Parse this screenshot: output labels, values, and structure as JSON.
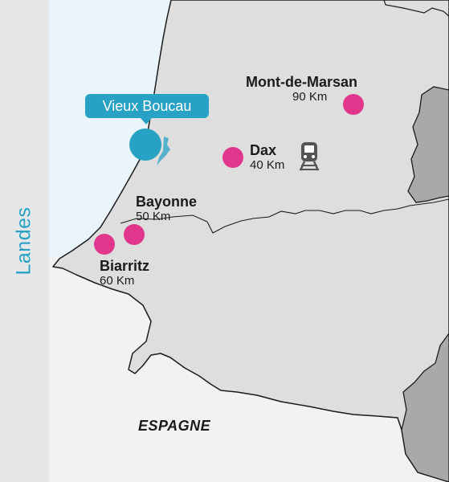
{
  "region_label": "Landes",
  "country_label": "ESPAGNE",
  "destination": {
    "name": "Vieux Boucau"
  },
  "cities": [
    {
      "id": "mont-de-marsan",
      "name": "Mont-de-Marsan",
      "distance": "90 Km"
    },
    {
      "id": "dax",
      "name": "Dax",
      "distance": "40 Km",
      "icon": "train-icon"
    },
    {
      "id": "bayonne",
      "name": "Bayonne",
      "distance": "50 Km"
    },
    {
      "id": "biarritz",
      "name": "Biarritz",
      "distance": "60 Km"
    }
  ],
  "colors": {
    "sea": "#eaf4fb",
    "land": "#dedede",
    "neighbor_region": "#a9a9a9",
    "spain": "#f1f2f3",
    "accent": "#27a2c5",
    "city_marker": "#e0368c"
  }
}
